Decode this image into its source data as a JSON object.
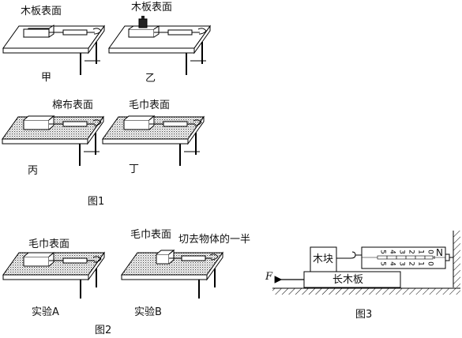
{
  "fig1": {
    "caption": "图1",
    "panels": {
      "jia": {
        "surface": "木板表面",
        "name": "甲"
      },
      "yi": {
        "surface": "木板表面",
        "name": "乙"
      },
      "bing": {
        "surface": "棉布表面",
        "name": "丙"
      },
      "ding": {
        "surface": "毛巾表面",
        "name": "丁"
      }
    }
  },
  "fig2": {
    "caption": "图2",
    "exp_a": {
      "surface": "毛巾表面",
      "name": "实验A"
    },
    "exp_b": {
      "surface": "毛巾表面",
      "note": "切去物体的一半",
      "name": "实验B"
    }
  },
  "fig3": {
    "caption": "图3",
    "block_label": "木块",
    "board_label": "长木板",
    "force_label": "F",
    "scale_unit": "N",
    "scale_ticks": [
      "0",
      "1",
      "2",
      "3",
      "4",
      "5"
    ]
  },
  "colors": {
    "line": "#000000",
    "fill": "#ffffff",
    "texture": "#555555"
  }
}
